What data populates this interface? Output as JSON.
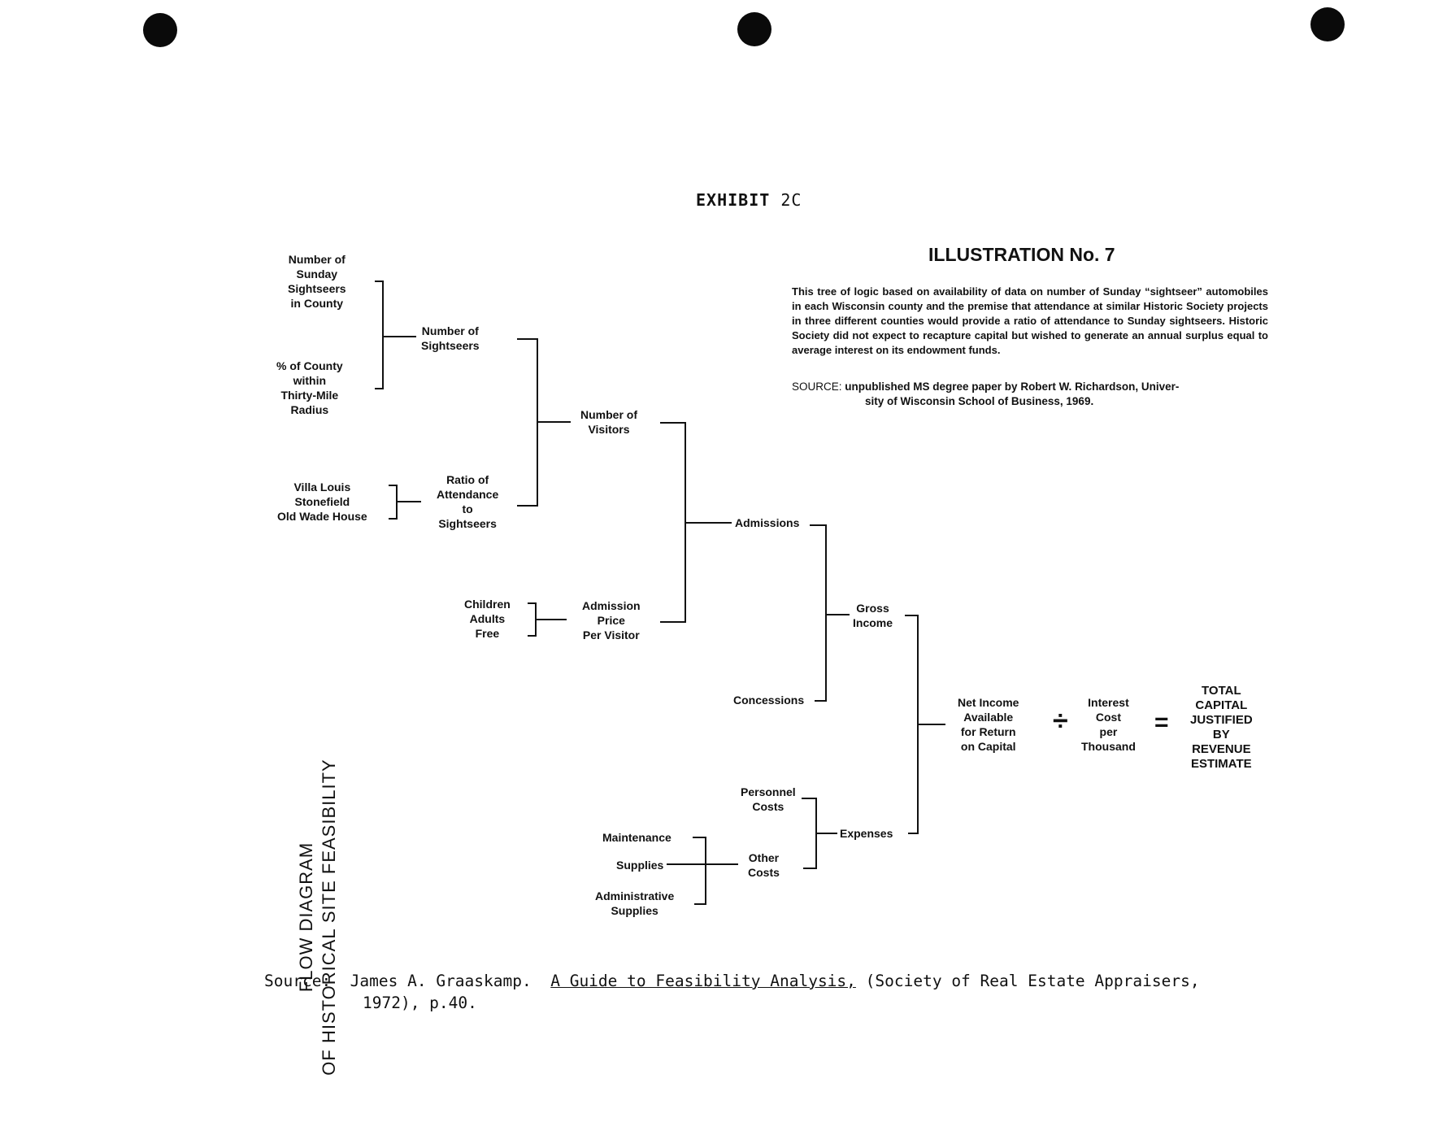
{
  "exhibit": {
    "label": "EXHIBIT",
    "number": "2C"
  },
  "illustration": {
    "title": "ILLUSTRATION No. 7",
    "description": "This tree of logic based on availability of data on number of Sunday “sightseer” automobiles in each Wisconsin county and the premise that attendance at similar Historic Society projects in three different counties would provide a ratio of attendance to Sunday sightseers. Historic Society did not expect to recapture capital but wished to generate an annual surplus equal to average interest on its endowment funds.",
    "source_label": "SOURCE:",
    "source_line1": "unpublished MS degree paper by Robert W. Richardson, Univer-",
    "source_line2": "sity of Wisconsin School of Business, 1969."
  },
  "side_title": {
    "line1": "FLOW DIAGRAM",
    "line2": "OF HISTORICAL SITE FEASIBILITY"
  },
  "nodes": {
    "sunday_sightseers": [
      "Number of",
      "Sunday",
      "Sightseers",
      "in County"
    ],
    "pct_county": [
      "% of County",
      "within",
      "Thirty-Mile",
      "Radius"
    ],
    "num_sightseers": [
      "Number of",
      "Sightseers"
    ],
    "sites": [
      "Villa Louis",
      "Stonefield",
      "Old Wade House"
    ],
    "ratio": [
      "Ratio of",
      "Attendance",
      "to",
      "Sightseers"
    ],
    "num_visitors": [
      "Number of",
      "Visitors"
    ],
    "visitor_types": [
      "Children",
      "Adults",
      "Free"
    ],
    "admission_price": [
      "Admission",
      "Price",
      "Per Visitor"
    ],
    "admissions": [
      "Admissions"
    ],
    "concessions": [
      "Concessions"
    ],
    "gross_income": [
      "Gross",
      "Income"
    ],
    "personnel_costs": [
      "Personnel",
      "Costs"
    ],
    "maintenance": [
      "Maintenance"
    ],
    "supplies": [
      "Supplies"
    ],
    "admin_supplies": [
      "Administrative",
      "Supplies"
    ],
    "other_costs": [
      "Other",
      "Costs"
    ],
    "expenses": [
      "Expenses"
    ],
    "net_income": [
      "Net Income",
      "Available",
      "for Return",
      "on Capital"
    ],
    "interest_cost": [
      "Interest",
      "Cost",
      "per",
      "Thousand"
    ],
    "total_capital": [
      "TOTAL",
      "CAPITAL",
      "JUSTIFIED",
      "BY",
      "REVENUE",
      "ESTIMATE"
    ]
  },
  "operators": {
    "divide": "÷",
    "equals": "="
  },
  "footer": {
    "label": "Source:",
    "author": "James A. Graaskamp.",
    "book": "A Guide to Feasibility Analysis,",
    "publisher": "(Society of Real Estate Appraisers,",
    "line2": "1972), p.40."
  }
}
